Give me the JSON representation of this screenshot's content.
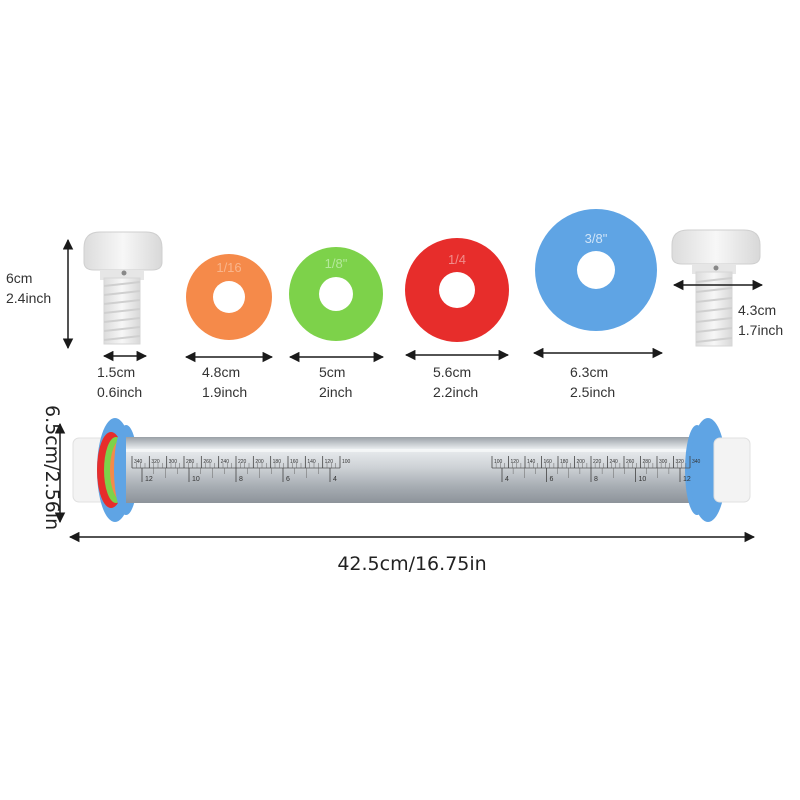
{
  "colors": {
    "orange": "#F58A4A",
    "green": "#7DD24A",
    "red": "#E72D2B",
    "blue": "#5FA4E4",
    "knob": "#F2F2F2",
    "steel": "#C9CDD2"
  },
  "parts": {
    "knob_left": {
      "height": "6cm",
      "height_in": "2.4inch",
      "width": "1.5cm",
      "width_in": "0.6inch"
    },
    "ring_orange": {
      "label": "1/16",
      "size": "4.8cm",
      "size_in": "1.9inch"
    },
    "ring_green": {
      "label": "1/8\"",
      "size": "5cm",
      "size_in": "2inch"
    },
    "ring_red": {
      "label": "1/4",
      "size": "5.6cm",
      "size_in": "2.2inch"
    },
    "ring_blue": {
      "label": "3/8\"",
      "size": "6.3cm",
      "size_in": "2.5inch"
    },
    "knob_right": {
      "size": "4.3cm",
      "size_in": "1.7inch"
    }
  },
  "pin": {
    "length": "42.5cm/16.75in",
    "diameter": "6.5cm/2.56in",
    "scale_left_top": [
      "340",
      "320",
      "300",
      "280",
      "260",
      "240",
      "220",
      "200",
      "180",
      "160",
      "140",
      "120",
      "100"
    ],
    "scale_left_bottom": [
      "12",
      "10",
      "8",
      "6",
      "4"
    ],
    "scale_right_top": [
      "100",
      "120",
      "140",
      "160",
      "180",
      "200",
      "220",
      "240",
      "260",
      "280",
      "300",
      "320",
      "340"
    ],
    "scale_right_bottom": [
      "4",
      "6",
      "8",
      "10",
      "12"
    ]
  }
}
